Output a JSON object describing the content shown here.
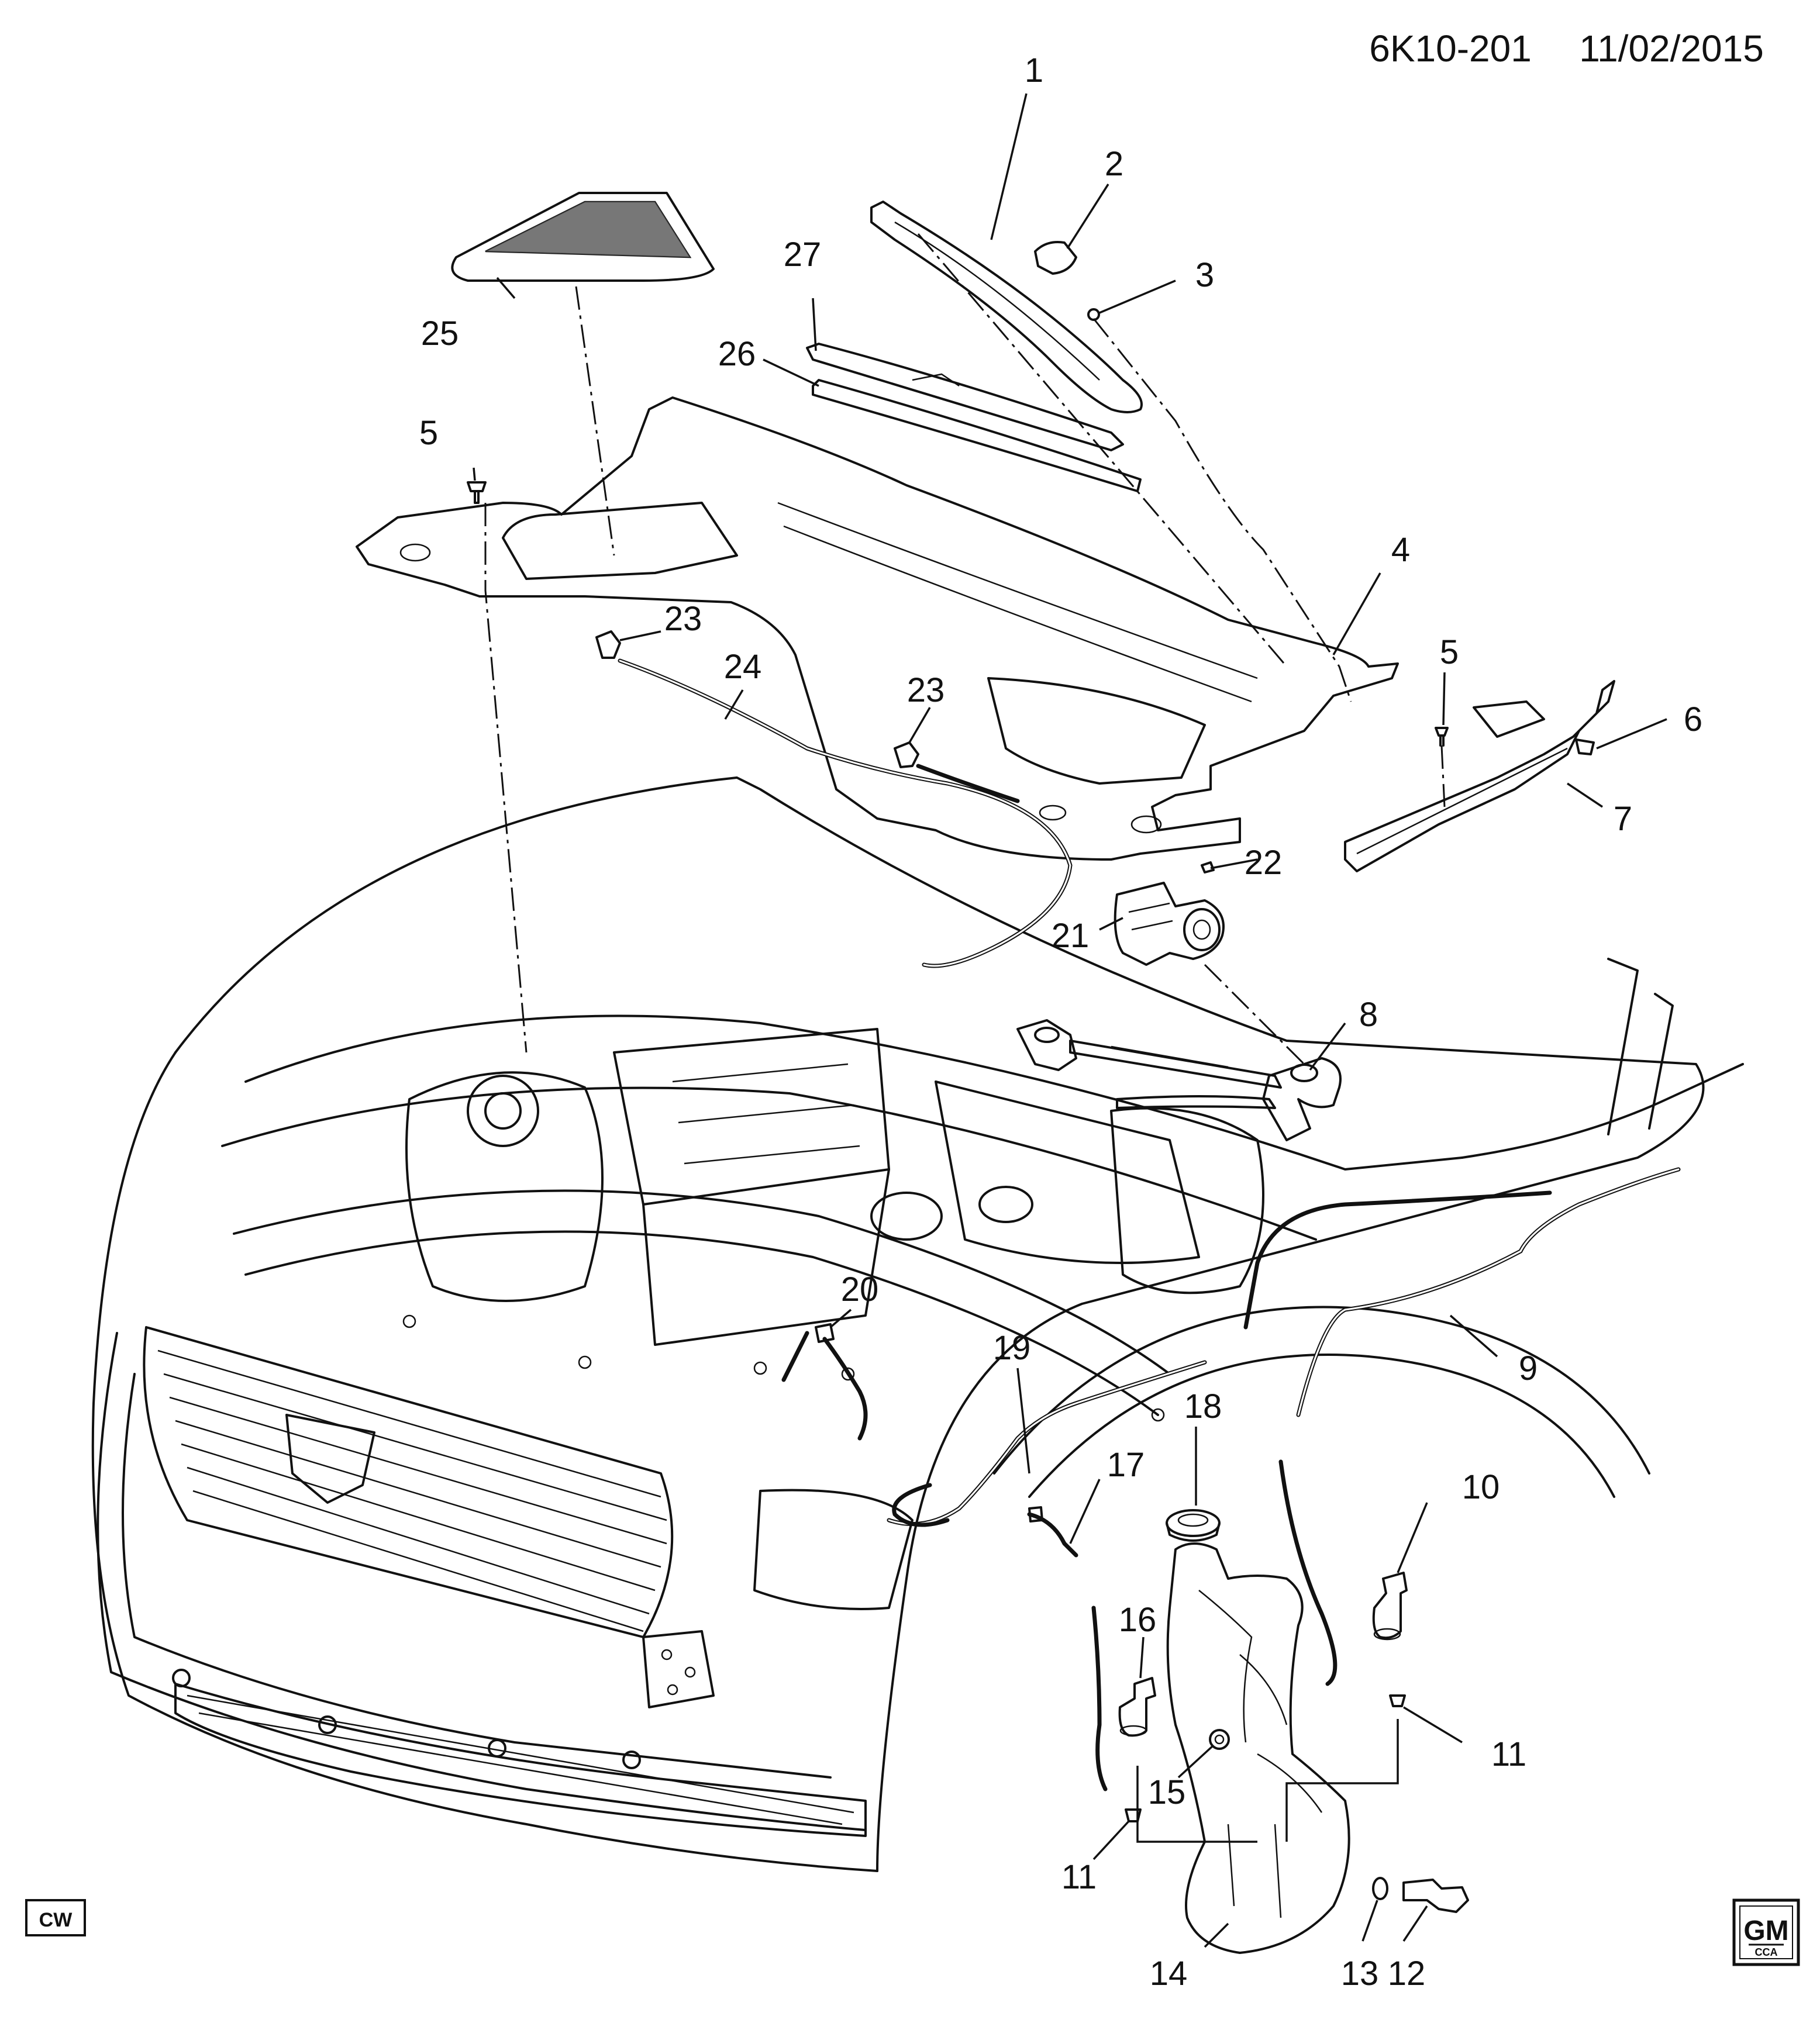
{
  "header": {
    "diagram_code": "6K10-201",
    "date": "11/02/2015"
  },
  "callouts": [
    {
      "id": "c1",
      "label": "1"
    },
    {
      "id": "c2",
      "label": "2"
    },
    {
      "id": "c3",
      "label": "3"
    },
    {
      "id": "c4",
      "label": "4"
    },
    {
      "id": "c5a",
      "label": "5"
    },
    {
      "id": "c5b",
      "label": "5"
    },
    {
      "id": "c6",
      "label": "6"
    },
    {
      "id": "c7",
      "label": "7"
    },
    {
      "id": "c8",
      "label": "8"
    },
    {
      "id": "c9",
      "label": "9"
    },
    {
      "id": "c10",
      "label": "10"
    },
    {
      "id": "c11a",
      "label": "11"
    },
    {
      "id": "c11b",
      "label": "11"
    },
    {
      "id": "c12",
      "label": "12"
    },
    {
      "id": "c13",
      "label": "13"
    },
    {
      "id": "c14",
      "label": "14"
    },
    {
      "id": "c15",
      "label": "15"
    },
    {
      "id": "c16",
      "label": "16"
    },
    {
      "id": "c17",
      "label": "17"
    },
    {
      "id": "c18",
      "label": "18"
    },
    {
      "id": "c19",
      "label": "19"
    },
    {
      "id": "c20",
      "label": "20"
    },
    {
      "id": "c21",
      "label": "21"
    },
    {
      "id": "c22",
      "label": "22"
    },
    {
      "id": "c23a",
      "label": "23"
    },
    {
      "id": "c23b",
      "label": "23"
    },
    {
      "id": "c24",
      "label": "24"
    },
    {
      "id": "c25",
      "label": "25"
    },
    {
      "id": "c26",
      "label": "26"
    },
    {
      "id": "c27",
      "label": "27"
    }
  ],
  "badges": {
    "left_badge": "CW",
    "gm_logo": "GM",
    "gm_sub": "CCA"
  }
}
